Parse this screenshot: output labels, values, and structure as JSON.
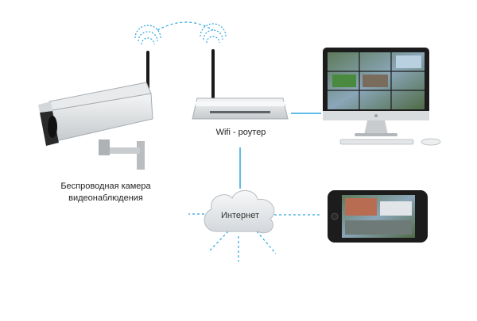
{
  "labels": {
    "camera_line1": "Беспроводная камера",
    "camera_line2": "видеонаблюдения",
    "router": "Wifi - роутер",
    "cloud": "Интернет"
  },
  "colors": {
    "link_blue": "#2aa7e0",
    "device_silver": "#d9dcde",
    "device_dark": "#1c1c1c",
    "cloud_fill": "#e9ecef"
  },
  "icons": {
    "camera": "cctv-camera-icon",
    "router": "wifi-router-icon",
    "monitor": "desktop-monitor-icon",
    "phone": "smartphone-icon",
    "cloud": "cloud-icon"
  }
}
